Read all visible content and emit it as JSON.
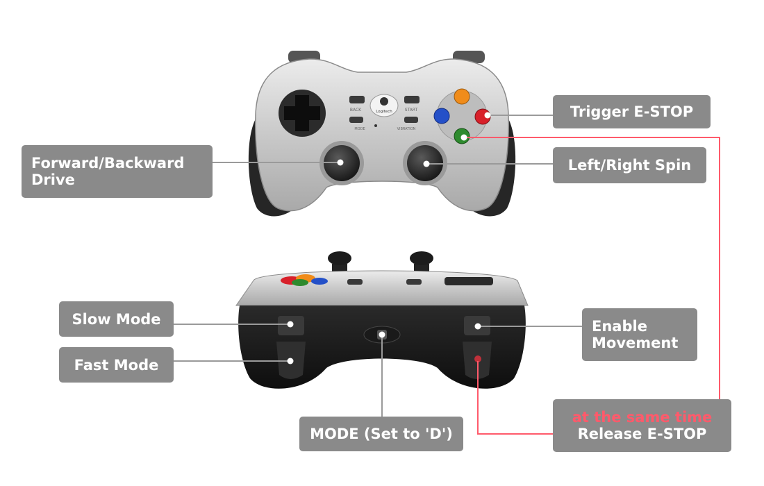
{
  "labels": {
    "trigger_estop": "Trigger E-STOP",
    "forward_backward_line1": "Forward/Backward",
    "forward_backward_line2": "Drive",
    "left_right_spin": "Left/Right Spin",
    "slow_mode": "Slow Mode",
    "fast_mode": "Fast Mode",
    "enable_line1": "Enable",
    "enable_line2": "Movement",
    "mode": "MODE (Set to 'D')",
    "same_time": "at the same time",
    "release_estop": "Release E-STOP"
  },
  "controller_text": {
    "logo": "Logitech",
    "back": "BACK",
    "start": "START",
    "mode": "MODE",
    "vibration": "VIBRATION"
  },
  "colors": {
    "label_bg": "#8a8a8a",
    "label_text": "#ffffff",
    "highlight": "#ff5a6b",
    "leader_line": "#9a9a9a",
    "estop_line": "#ff5a6b",
    "btn_orange": "#f08c1a",
    "btn_blue": "#2450c8",
    "btn_red": "#d8202a",
    "btn_green": "#2e8a2e"
  }
}
